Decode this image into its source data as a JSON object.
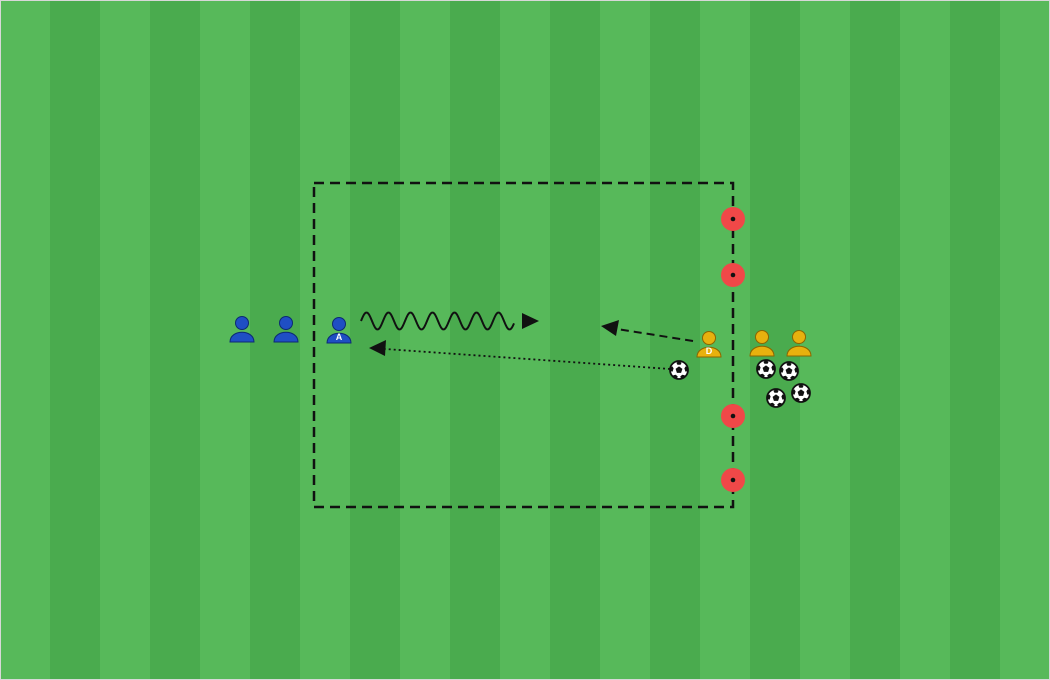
{
  "pitch": {
    "stripe_light": "#57b95a",
    "stripe_dark": "#4aab4e",
    "border_color": "#d8d8d8"
  },
  "area": {
    "line_color": "#111111",
    "line_style": "dashed"
  },
  "colors": {
    "attacker": "#1f4fc4",
    "defender": "#e8b10e",
    "cone": "#f04848",
    "ball": "#222222",
    "arrow": "#111111"
  },
  "players": {
    "blue_queue": [
      {
        "label": ""
      },
      {
        "label": ""
      }
    ],
    "attacker": {
      "label": "A"
    },
    "defender": {
      "label": "D"
    },
    "yellow_queue": [
      {
        "label": ""
      },
      {
        "label": ""
      }
    ]
  },
  "cones": [
    "cone",
    "cone",
    "cone",
    "cone"
  ],
  "balls": {
    "in_play": "soccer-ball-icon",
    "pile": [
      "soccer-ball-icon",
      "soccer-ball-icon",
      "soccer-ball-icon",
      "soccer-ball-icon"
    ]
  },
  "movements": {
    "dribble": "wavy-arrow",
    "pass": "dotted-arrow",
    "defender_run": "dashed-arrow"
  }
}
